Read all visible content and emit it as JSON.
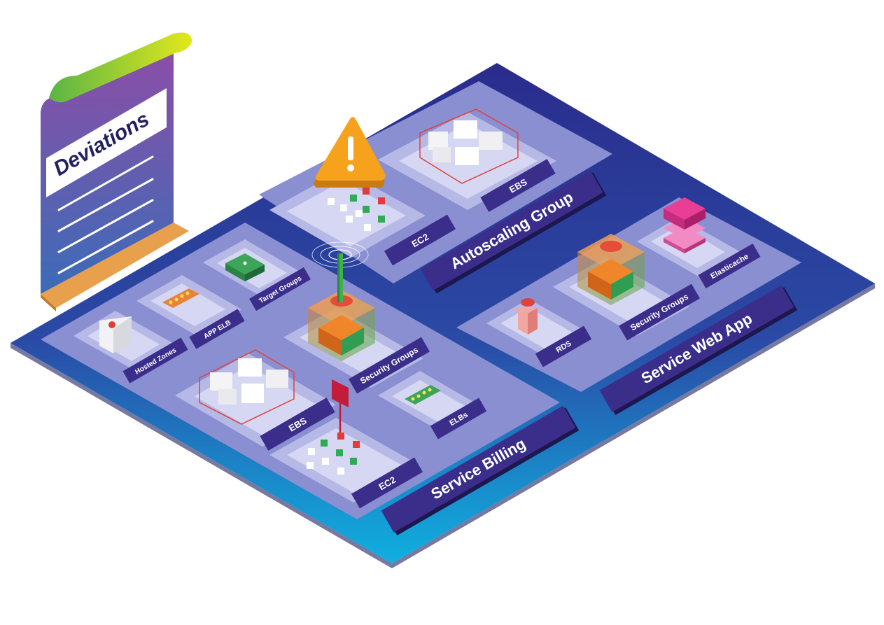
{
  "colors": {
    "platform_top": "#2b2f8c",
    "platform_bottom": "#11a7dd",
    "panel": "#8a8fd1",
    "tile": "#c2c4ec",
    "tag": "#3b2d8a",
    "tag_shadow": "#1d174f",
    "warning": "#f6a21d",
    "flag": "#c21c3a",
    "doc_top": "#8e4fa6",
    "doc_bottom": "#3e6ab6",
    "doc_curl_a": "#d7e81f",
    "doc_curl_b": "#58b447",
    "doc_base": "#e8a04c"
  },
  "document": {
    "title": "Deviations",
    "icon": "document-scroll-icon"
  },
  "icons": {
    "warning": "warning-triangle-icon",
    "flag": "drift-flag-icon",
    "antenna": "signal-antenna-icon"
  },
  "groups": {
    "autoscaling": {
      "label": "Autoscaling Group",
      "ec2": "EC2",
      "ebs": "EBS"
    },
    "billing": {
      "label": "Service Billing",
      "hosted_zones": "Hosted Zones",
      "app_elb": "APP ELB",
      "target_groups": "Target Groups",
      "security_groups": "Security Groups",
      "ebs": "EBS",
      "elbs": "ELBs",
      "ec2": "EC2"
    },
    "webapp": {
      "label": "Service Web App",
      "rds": "RDS",
      "security_groups": "Security Groups",
      "elasticache": "Elasticache"
    }
  }
}
